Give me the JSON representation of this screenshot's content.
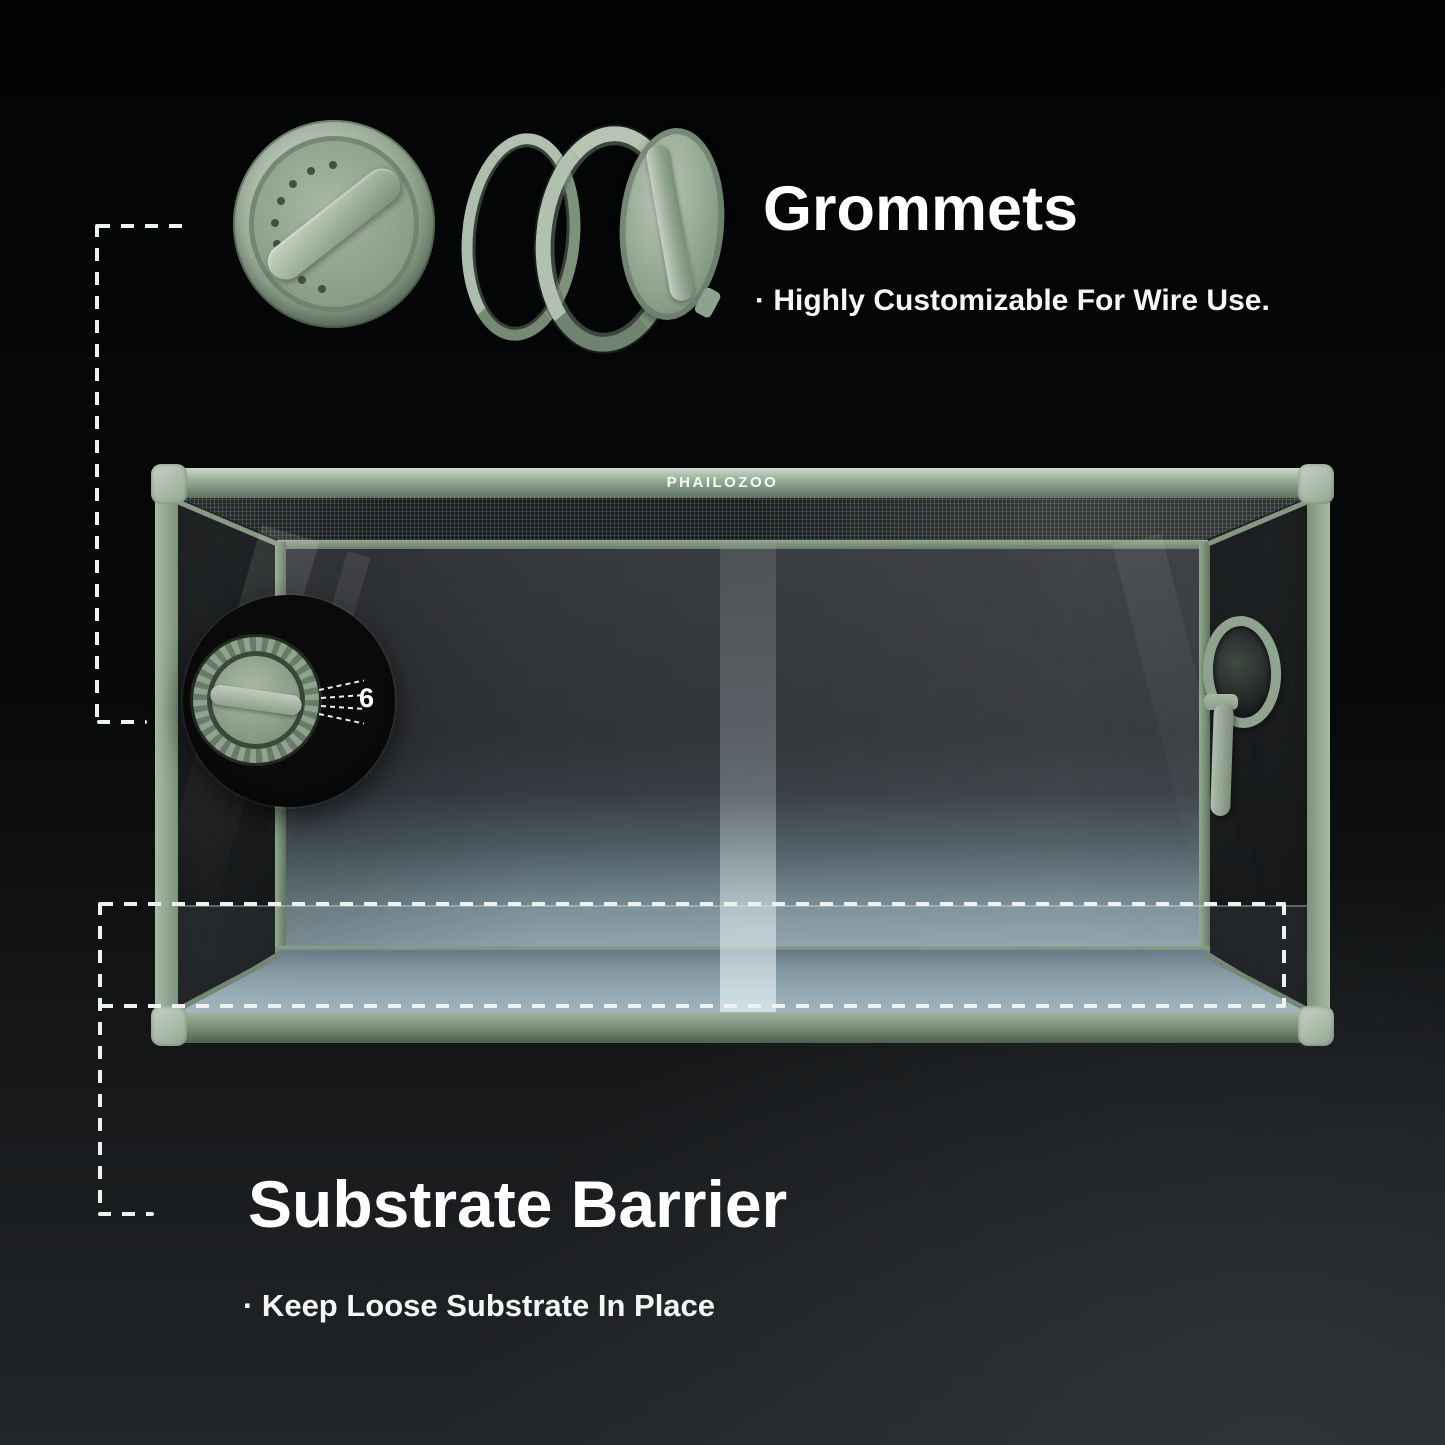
{
  "colors": {
    "accent_sage": "#93a691",
    "sage_light": "#c3cfc0",
    "sage_dark": "#5e715e",
    "glass_floor": "#8aa0aa",
    "background_top": "#030405",
    "background_bottom": "#2f3336",
    "text": "#ffffff"
  },
  "product": {
    "brand": "PHAILOZOO"
  },
  "callouts": {
    "grommets": {
      "title": "Grommets",
      "bullet": "· Highly Customizable For Wire Use.",
      "count": "6"
    },
    "substrate": {
      "title": "Substrate Barrier",
      "bullet": "· Keep Loose Substrate In Place"
    }
  }
}
